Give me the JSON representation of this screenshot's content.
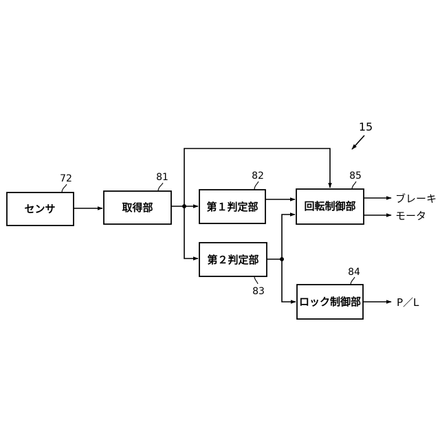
{
  "blocks": {
    "sensor": {
      "label": "センサ",
      "ref": "72"
    },
    "acquire": {
      "label": "取得部",
      "ref": "81"
    },
    "judge1": {
      "label": "第１判定部",
      "ref": "82"
    },
    "judge2": {
      "label": "第２判定部",
      "ref": "83"
    },
    "rotation": {
      "label": "回転制御部",
      "ref": "85"
    },
    "lock": {
      "label": "ロック制御部",
      "ref": "84"
    }
  },
  "outputs": {
    "brake": "ブレーキ",
    "motor": "モータ",
    "pl": "P／L"
  },
  "system_ref": "15"
}
